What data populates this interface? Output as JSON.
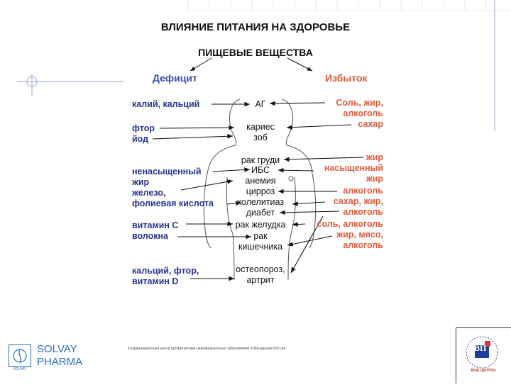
{
  "title": "ВЛИЯНИЕ ПИТАНИЯ НА ЗДОРОВЬЕ",
  "subtitle": "ПИЩЕВЫЕ ВЕЩЕСТВА",
  "deficit_header": "Дефицит",
  "excess_header": "Избыток",
  "deficit": [
    "калий, кальций",
    "фтор",
    "йод",
    "ненасыщенный",
    "жир",
    "железо,",
    "фолиевая кислота",
    "витамин С",
    "волокна",
    "кальций, фтор,",
    "витамин D"
  ],
  "diseases": [
    "АГ",
    "кариес",
    "зоб",
    "рак груди",
    "ИБС",
    "анемия",
    "цирроз",
    "холелитиаз",
    "диабет",
    "рак желудка",
    "рак",
    "кишечника",
    "остеопороз,",
    "артрит"
  ],
  "excess": [
    "Соль, жир,",
    "алкоголь",
    "сахар",
    "жир",
    "насыщенный",
    "жир",
    "алкоголь",
    "сахар, жир,",
    "алкоголь",
    "соль, алкоголь",
    "жир, мясо,",
    "алкоголь"
  ],
  "footer_note": "Координационный центр профилактики неинфекционных заболеваний и Минздрава России",
  "solvay": {
    "line1": "SOLVAY",
    "line2": "PHARMA",
    "small": "SOLVAY"
  },
  "logo": {
    "letters": "ВП",
    "sub": "ВЫЕ ЦЕНТРЫ"
  },
  "colors": {
    "blue": "#27358f",
    "red": "#e05a3a",
    "solvay": "#2a6fc0"
  }
}
